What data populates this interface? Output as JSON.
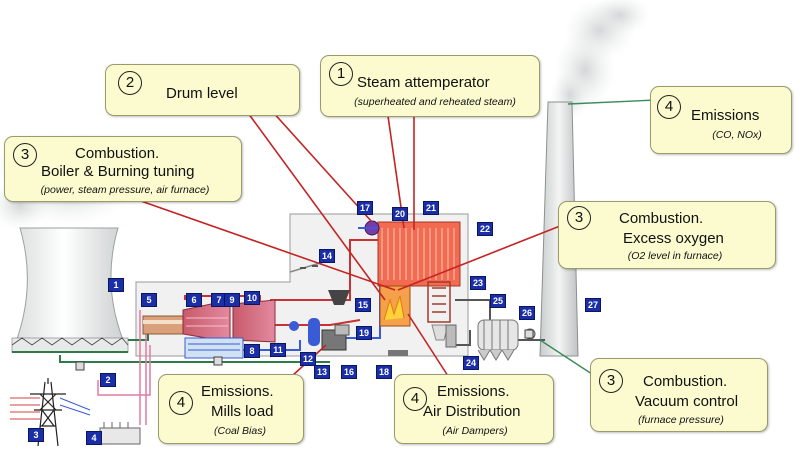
{
  "callouts": [
    {
      "id": "steam-attemperator",
      "number": "1",
      "title": "Steam attemperator",
      "subtitle": "(superheated and reheated steam)"
    },
    {
      "id": "drum-level",
      "number": "2",
      "title": "Drum level"
    },
    {
      "id": "boiler-tuning",
      "number": "3",
      "title_line1": "Combustion.",
      "title_line2": "Boiler & Burning tuning",
      "subtitle": "(power, steam pressure, air furnace)"
    },
    {
      "id": "emissions-co-nox",
      "number": "4",
      "title": "Emissions",
      "subtitle": "(CO, NOx)"
    },
    {
      "id": "excess-oxygen",
      "number": "3",
      "title_line1": "Combustion.",
      "title_line2": "Excess oxygen",
      "subtitle": "(O2 level in furnace)"
    },
    {
      "id": "mills-load",
      "number": "4",
      "title_line1": "Emissions.",
      "title_line2": "Mills load",
      "subtitle": "(Coal Bias)"
    },
    {
      "id": "air-distribution",
      "number": "4",
      "title_line1": "Emissions.",
      "title_line2": "Air Distribution",
      "subtitle": "(Air Dampers)"
    },
    {
      "id": "vacuum-control",
      "number": "3",
      "title_line1": "Combustion.",
      "title_line2": "Vacuum control",
      "subtitle": "(furnace pressure)"
    }
  ],
  "component_tags": [
    "1",
    "2",
    "3",
    "4",
    "5",
    "6",
    "7",
    "8",
    "9",
    "10",
    "11",
    "12",
    "13",
    "14",
    "15",
    "16",
    "17",
    "18",
    "19",
    "20",
    "21",
    "22",
    "23",
    "24",
    "25",
    "26",
    "27"
  ],
  "colors": {
    "callout_fill": "#fbfbcf",
    "tag_fill": "#1a2ea8",
    "furnace_fill": "#f26a4f",
    "pointer_line": "#c42424",
    "pointer_line_green": "#3c8a5a",
    "pipe_blue": "#3a5bd6",
    "pipe_red": "#c83232"
  }
}
